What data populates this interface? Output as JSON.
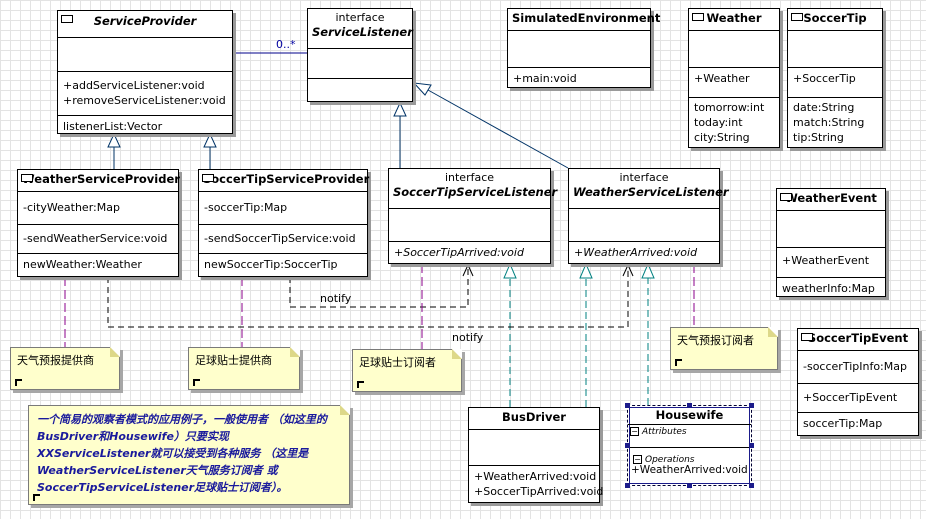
{
  "classes": {
    "service_provider": {
      "name": "ServiceProvider",
      "ops": [
        "+addServiceListener:void",
        "+removeServiceListener:void"
      ],
      "attrs": [
        "listenerList:Vector"
      ]
    },
    "service_listener": {
      "stereotype": "interface",
      "name": "ServiceListener"
    },
    "simulated_environment": {
      "name": "SimulatedEnvironment",
      "ops": [
        "+main:void"
      ]
    },
    "weather": {
      "name": "Weather",
      "ops": [
        "+Weather"
      ],
      "attrs": [
        "tomorrow:int",
        "today:int",
        "city:String"
      ]
    },
    "soccer_tip": {
      "name": "SoccerTip",
      "ops": [
        "+SoccerTip"
      ],
      "attrs": [
        "date:String",
        "match:String",
        "tip:String"
      ]
    },
    "weather_service_provider": {
      "name": "WeatherServiceProvider",
      "sec1": [
        "-cityWeather:Map"
      ],
      "sec2": [
        "-sendWeatherService:void"
      ],
      "sec3": [
        "newWeather:Weather"
      ]
    },
    "soccer_tip_service_provider": {
      "name": "SoccerTipServiceProvider",
      "sec1": [
        "-soccerTip:Map"
      ],
      "sec2": [
        "-sendSoccerTipService:void"
      ],
      "sec3": [
        "newSoccerTip:SoccerTip"
      ]
    },
    "soccer_tip_service_listener": {
      "stereotype": "interface",
      "name": "SoccerTipServiceListener",
      "ops": [
        "+SoccerTipArrived:void"
      ]
    },
    "weather_service_listener": {
      "stereotype": "interface",
      "name": "WeatherServiceListener",
      "ops": [
        "+WeatherArrived:void"
      ]
    },
    "weather_event": {
      "name": "WeatherEvent",
      "ops": [
        "+WeatherEvent"
      ],
      "attrs": [
        "weatherInfo:Map"
      ]
    },
    "soccer_tip_event": {
      "name": "SoccerTipEvent",
      "sec1": [
        "-soccerTipInfo:Map"
      ],
      "sec2": [
        "+SoccerTipEvent"
      ],
      "sec3": [
        "soccerTip:Map"
      ]
    },
    "bus_driver": {
      "name": "BusDriver",
      "ops": [
        "+WeatherArrived:void",
        "+SoccerTipArrived:void"
      ]
    },
    "housewife": {
      "name": "Housewife",
      "attributes_label": "Attributes",
      "operations_label": "Operations",
      "ops": [
        "+WeatherArrived:void"
      ]
    }
  },
  "notes": {
    "weather_provider": "天气预报提供商",
    "soccer_provider": "足球贴士提供商",
    "soccer_subscriber": "足球贴士订阅者",
    "weather_subscriber": "天气预报订阅者",
    "description": [
      "一个简易的观察者模式的应用例子，一般使用者",
      "（如这里的BusDriver和Housewife）只要实现",
      "XXServiceListener就可以接受到各种服务",
      "（这里是WeatherServiceListener天气服务订阅者",
      "或SoccerTipServiceListener足球贴士订阅者）。"
    ]
  },
  "labels": {
    "multiplicity": "0..*",
    "notify1": "notify",
    "notify2": "notify"
  },
  "colors": {
    "note_bg": "#ffffcc",
    "assoc": "#00008b",
    "realize": "#008080",
    "dependency": "#8b008b"
  }
}
